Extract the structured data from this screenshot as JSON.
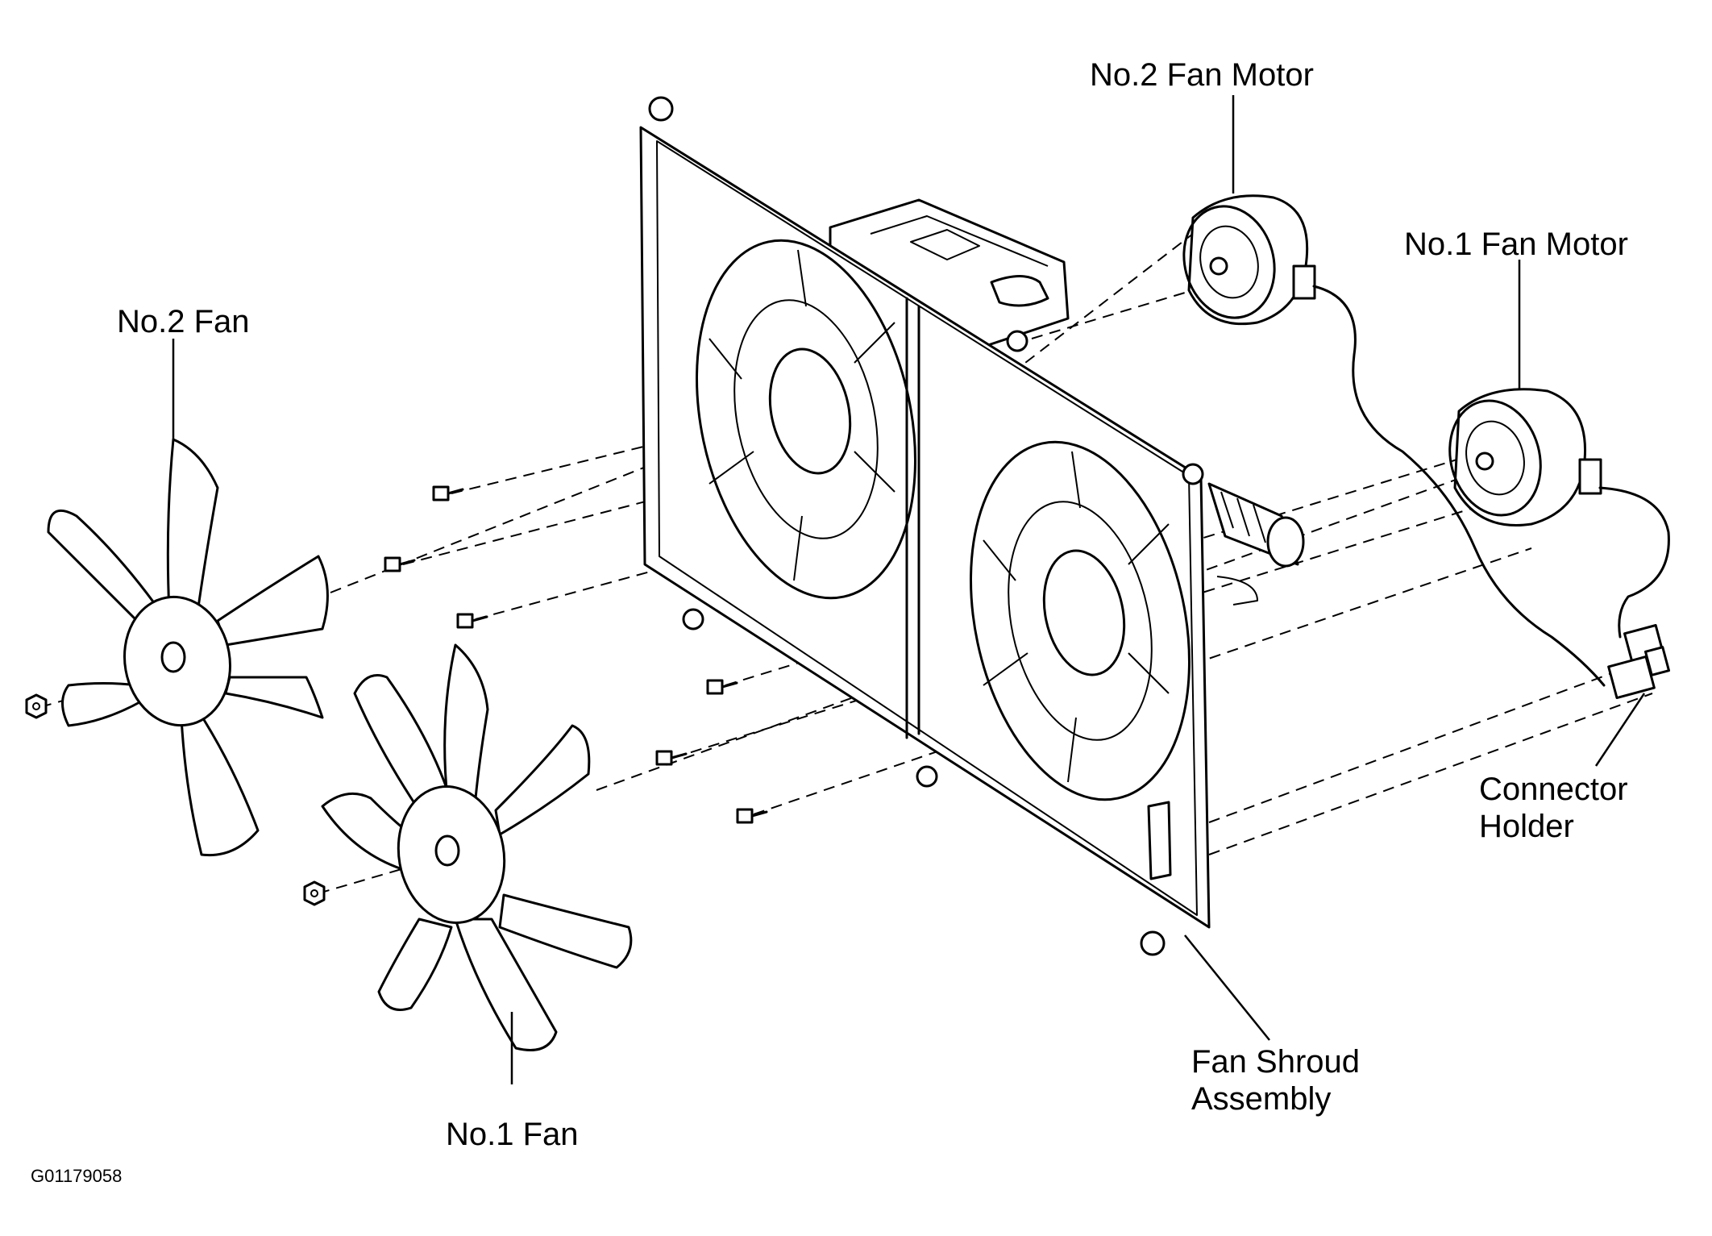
{
  "labels": {
    "no2_fan_motor": "No.2 Fan Motor",
    "no1_fan_motor": "No.1 Fan Motor",
    "no2_fan": "No.2 Fan",
    "no1_fan": "No.1 Fan",
    "connector_holder_line1": "Connector",
    "connector_holder_line2": "Holder",
    "fan_shroud_line1": "Fan Shroud",
    "fan_shroud_line2": "Assembly"
  },
  "figure_code": "G01179058"
}
